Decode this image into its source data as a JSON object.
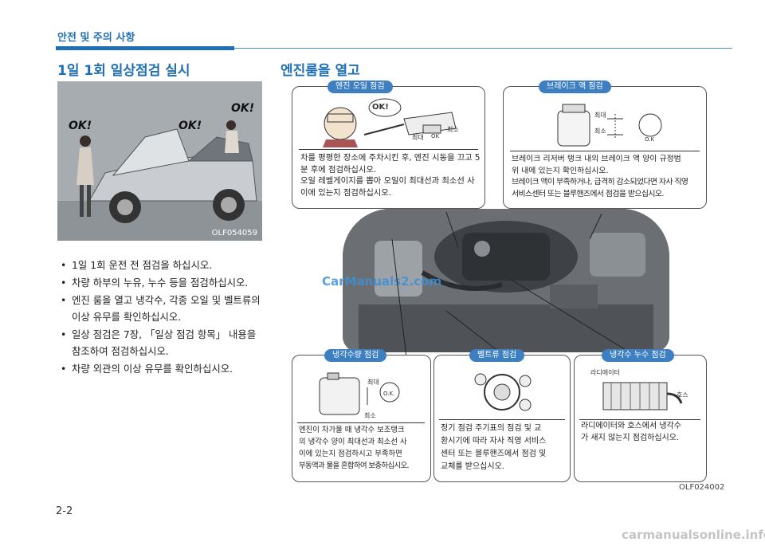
{
  "header": {
    "section": "안전 및 주의 사항"
  },
  "left": {
    "title": "1일 1회 일상점검 실시",
    "photo_code": "OLF054059",
    "photo_labels": [
      "OK!",
      "OK!",
      "OK!"
    ],
    "bullets": [
      "1일 1회 운전 전 점검을 하십시오.",
      "차량 하부의 누유, 누수 등을 점검하십시오.",
      "엔진 룸을 열고 냉각수, 각종 오일 및 벨트류의 이상 유무를 확인하십시오.",
      "일상 점검은 7장, 「일상 점검 항목」 내용을 참조하여 점검하십시오.",
      "차량 외관의 이상 유무를 확인하십시오."
    ]
  },
  "right": {
    "title": "엔진룸을 열고",
    "boxes": {
      "engine_oil": {
        "label": "엔진 오일 점검",
        "ok": "OK!",
        "max": "최대",
        "min": "최소",
        "ok_small": "OK",
        "lines": [
          "차를 평평한 장소에 주차시킨 후, 엔진 시동을 끄고 5",
          "분 후에 점검하십시오.",
          "오일 레벨게이지를 뽑아 오일이 최대선과  최소선 사",
          "이에 있는지 점검하십시오."
        ]
      },
      "brake": {
        "label": "브레이크 액 점검",
        "max": "최대",
        "min": "최소",
        "ok": "O.K",
        "lines": [
          "브레이크 리저버 탱크 내의 브레이크 액 양이 규정범",
          "위 내에 있는지 확인하십시오.",
          "브레이크 액이 부족하거나, 급격히 감소되었다면 자사 직영",
          "서비스센터 또는 블루핸즈에서 점검을 받으십시오."
        ]
      },
      "coolant_level": {
        "label": "냉각수량 점검",
        "max": "최대",
        "min": "최소",
        "ok": "O.K.",
        "lines": [
          "엔진이 차가울 때 냉각수 보조탱크",
          "의 냉각수 양이 최대선과 최소선 사",
          "이에 있는지 점검하시고 부족하면",
          "부동액과 물을 혼합하여 보충하십시오."
        ]
      },
      "belt": {
        "label": "벨트류 점검",
        "lines": [
          "정기 점검 주기표의 점검 및 교",
          "환시기에 따라 자사 직영 서비스",
          "센터 또는 블루핸즈에서 점검 및",
          "교체를 받으십시오."
        ]
      },
      "coolant_leak": {
        "label": "냉각수  누수  점검",
        "radiator": "라디에이터",
        "hose": "호스",
        "lines": [
          "라디에이터와 호스에서 냉각수",
          "가 새지 않는지 점검하십시오."
        ]
      }
    },
    "figure_code": "OLF024002"
  },
  "watermark": "CarManuals2.com",
  "page_number": "2-2",
  "footer": "carmanualsonline.info",
  "colors": {
    "accent": "#1f6fb3",
    "label_bg": "#3d7fc1"
  }
}
